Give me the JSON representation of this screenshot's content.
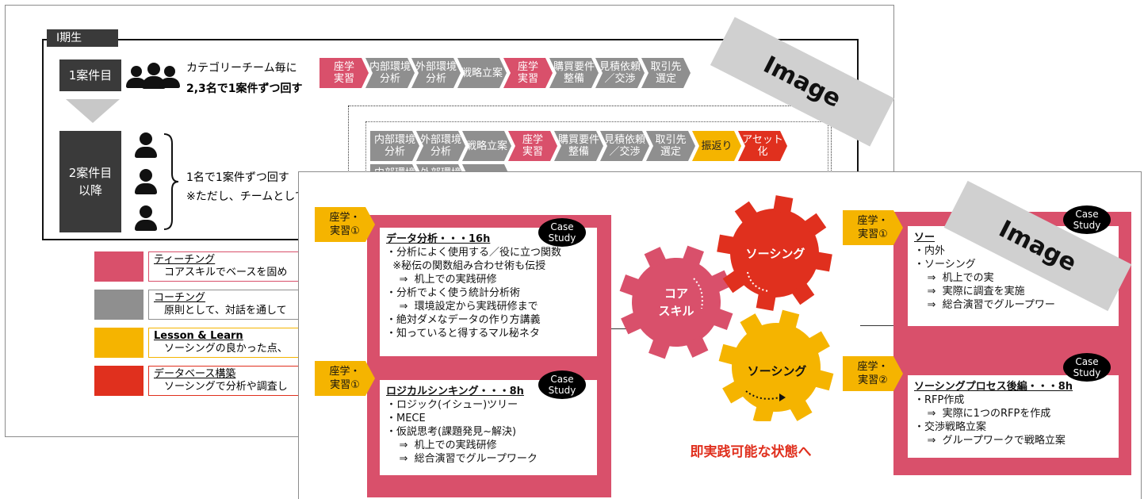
{
  "back_slide": {
    "period_label": "Ⅰ期生",
    "row1": {
      "label": "1案件目",
      "desc_line1": "カテゴリーチーム毎に",
      "desc_line2": "2,3名で1案件ずつ回す",
      "steps": [
        "座学\n実習",
        "内部環境\n分析",
        "外部環境\n分析",
        "戦略立案",
        "座学\n実習",
        "購買要件\n整備",
        "見積依頼\n／交渉",
        "取引先\n選定"
      ]
    },
    "row2": {
      "label": "2案件目\n以降",
      "desc_line1": "1名で1案件ずつ回す",
      "desc_line2": "※ただし、チームとして",
      "steps": [
        "内部環境\n分析",
        "外部環境\n分析",
        "戦略立案",
        "座学\n実習",
        "購買要件\n整備",
        "見積依頼\n／交渉",
        "取引先\n選定",
        "振返り",
        "アセット化"
      ]
    },
    "legend": [
      {
        "title": "ティーチング",
        "desc": "コアスキルでベースを固め",
        "color": "#d9506b"
      },
      {
        "title": "コーチング",
        "desc": "原則として、対話を通して",
        "color": "#8f8f8f"
      },
      {
        "title": "Lesson & Learn",
        "desc": "ソーシングの良かった点、",
        "color": "#f5b400"
      },
      {
        "title": "データベース構築",
        "desc": "ソーシングで分析や調査し",
        "color": "#e0301e"
      }
    ],
    "image_label": "Image"
  },
  "front_slide": {
    "left_top": {
      "tag": "座学・\n実習①",
      "case_study": "Case\nStudy",
      "title": "データ分析・・・16h",
      "lines": [
        "・分析によく使用する／役に立つ関数",
        "  ※秘伝の関数組み合わせ術も伝授",
        "    ⇒  机上での実践研修",
        "・分析でよく使う統計分析術",
        "    ⇒  環境設定から実践研修まで",
        "・絶対ダメなデータの作り方講義",
        "・知っていると得するマル秘ネタ"
      ]
    },
    "left_bottom": {
      "tag": "座学・\n実習①",
      "case_study": "Case\nStudy",
      "title": "ロジカルシンキング・・・8h",
      "lines": [
        "・ロジック(イシュー)ツリー",
        "・MECE",
        "・仮説思考(課題発見~解決)",
        "    ⇒  机上での実践研修",
        "    ⇒  総合演習でグループワーク"
      ]
    },
    "gears": {
      "core": "コア\nスキル",
      "sourcing_top": "ソーシング",
      "sourcing_bottom": "ソーシング"
    },
    "tagline": "即実践可能な状態へ",
    "right_top": {
      "tag": "座学・\n実習①",
      "case_study": "Case\nStudy",
      "title": "ソー",
      "title_end": "8h",
      "lines": [
        "・内外",
        "・ソーシング",
        "    ⇒  机上での実",
        "    ⇒  実際に調査を実施",
        "    ⇒  総合演習でグループワー"
      ]
    },
    "right_bottom": {
      "tag": "座学・\n実習②",
      "case_study": "Case\nStudy",
      "title": "ソーシングプロセス後編・・・8h",
      "lines": [
        "・RFP作成",
        "    ⇒  実際に1つのRFPを作成",
        "・交渉戦略立案",
        "    ⇒  グループワークで戦略立案"
      ]
    },
    "image_label": "Image"
  }
}
